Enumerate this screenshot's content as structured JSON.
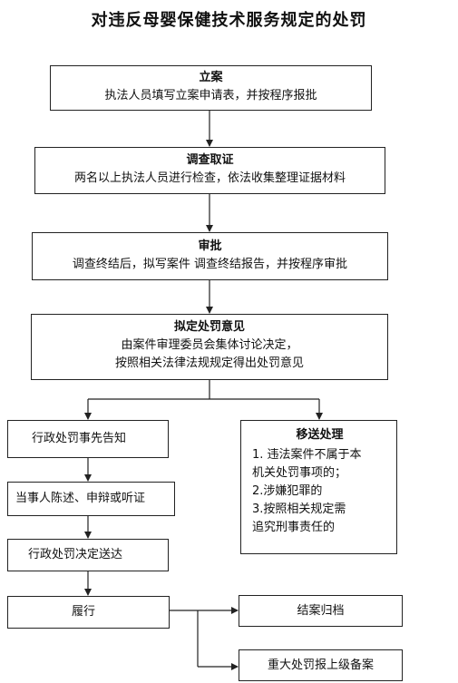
{
  "title": "对违反母婴保健技术服务规定的处罚",
  "steps": {
    "filing": {
      "head": "立案",
      "body": "执法人员填写立案申请表，并按程序报批"
    },
    "investigation": {
      "head": "调查取证",
      "body": "两名以上执法人员进行检查，依法收集整理证据材料"
    },
    "approval": {
      "head": "审批",
      "body": "调查终结后，拟写案件 调查终结报告，并按程序审批"
    },
    "opinion": {
      "head": "拟定处罚意见",
      "line1": "由案件审理委员会集体讨论决定，",
      "line2": "按照相关法律法规规定得出处罚意见"
    },
    "notice": {
      "label": "行政处罚事先告知"
    },
    "statement": {
      "label": "当事人陈述、申辩或听证"
    },
    "delivery": {
      "label": "行政处罚决定送达"
    },
    "perform": {
      "label": "履行"
    },
    "transfer": {
      "head": "移送处理",
      "items": [
        "1. 违法案件不属于本",
        "机关处罚事项的；",
        "2.涉嫌犯罪的",
        "3.按照相关规定需",
        "追究刑事责任的"
      ]
    },
    "archive": {
      "label": "结案归档"
    },
    "report": {
      "label": "重大处罚报上级备案"
    }
  }
}
